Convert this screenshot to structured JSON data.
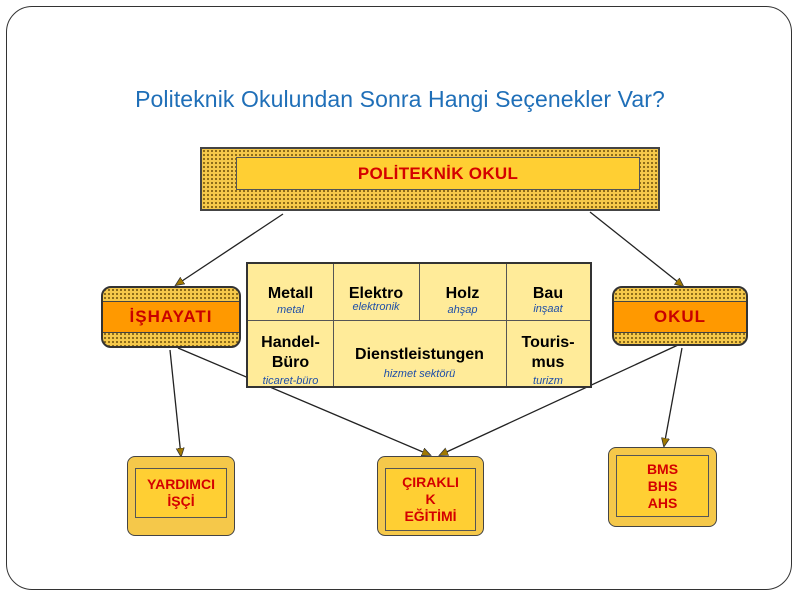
{
  "title": "Politeknik Okulundan Sonra Hangi Seçenekler Var?",
  "top_box": {
    "label": "POLİTEKNİK OKUL"
  },
  "left_box": {
    "label": "İŞHAYATI"
  },
  "right_box": {
    "label": "OKUL"
  },
  "sectors": {
    "row1": [
      {
        "main": "Metall",
        "sub": "metal"
      },
      {
        "main": "Elektro",
        "sub": "elektronik"
      },
      {
        "main": "Holz",
        "sub": "ahşap"
      },
      {
        "main": "Bau",
        "sub": "inşaat"
      }
    ],
    "row2": [
      {
        "main_line1": "Handel-",
        "main_line2": "Büro",
        "sub": "ticaret-büro"
      },
      {
        "main": "Dienstleistungen",
        "sub": "hizmet sektörü"
      },
      {
        "main_line1": "Touris-",
        "main_line2": "mus",
        "sub": "turizm"
      }
    ]
  },
  "bottom_left": {
    "line1": "YARDIMCI",
    "line2": "İŞÇİ"
  },
  "bottom_middle": {
    "line1": "ÇIRAKLI",
    "line2": "K",
    "line3": "EĞİTİMİ"
  },
  "bottom_right": {
    "line1": "BMS",
    "line2": "BHS",
    "line3": "AHS"
  },
  "colors": {
    "title": "#1f6fb8",
    "label_red": "#d40000",
    "box_gold": "#f5c84a",
    "box_orange": "#ff9900",
    "sector_fill": "#ffeb99",
    "sub_blue": "#1f4fa8"
  }
}
